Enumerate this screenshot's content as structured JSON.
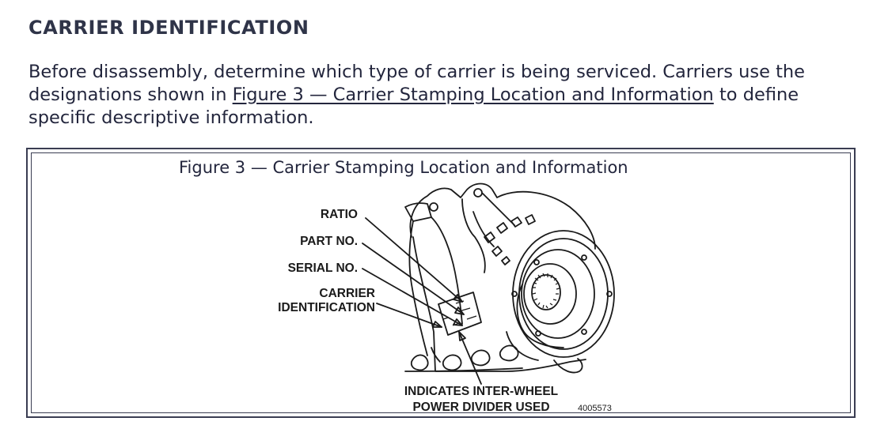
{
  "section": {
    "heading": "CARRIER IDENTIFICATION"
  },
  "paragraph": {
    "text_before": "Before disassembly, determine which type of carrier is being serviced. Carriers use the designations shown in ",
    "link_text": "Figure 3 — Carrier Stamping Location and Information",
    "text_after": " to define specific descriptive information."
  },
  "figure": {
    "caption": "Figure 3 — Carrier Stamping Location and Information",
    "labels": {
      "ratio": "RATIO",
      "part_no": "PART NO.",
      "serial_no": "SERIAL NO.",
      "carrier_id_line1": "CARRIER",
      "carrier_id_line2": "IDENTIFICATION",
      "inter_wheel_line1": "INDICATES INTER-WHEEL",
      "inter_wheel_line2": "POWER DIVIDER USED"
    },
    "part_number": "4005573"
  }
}
